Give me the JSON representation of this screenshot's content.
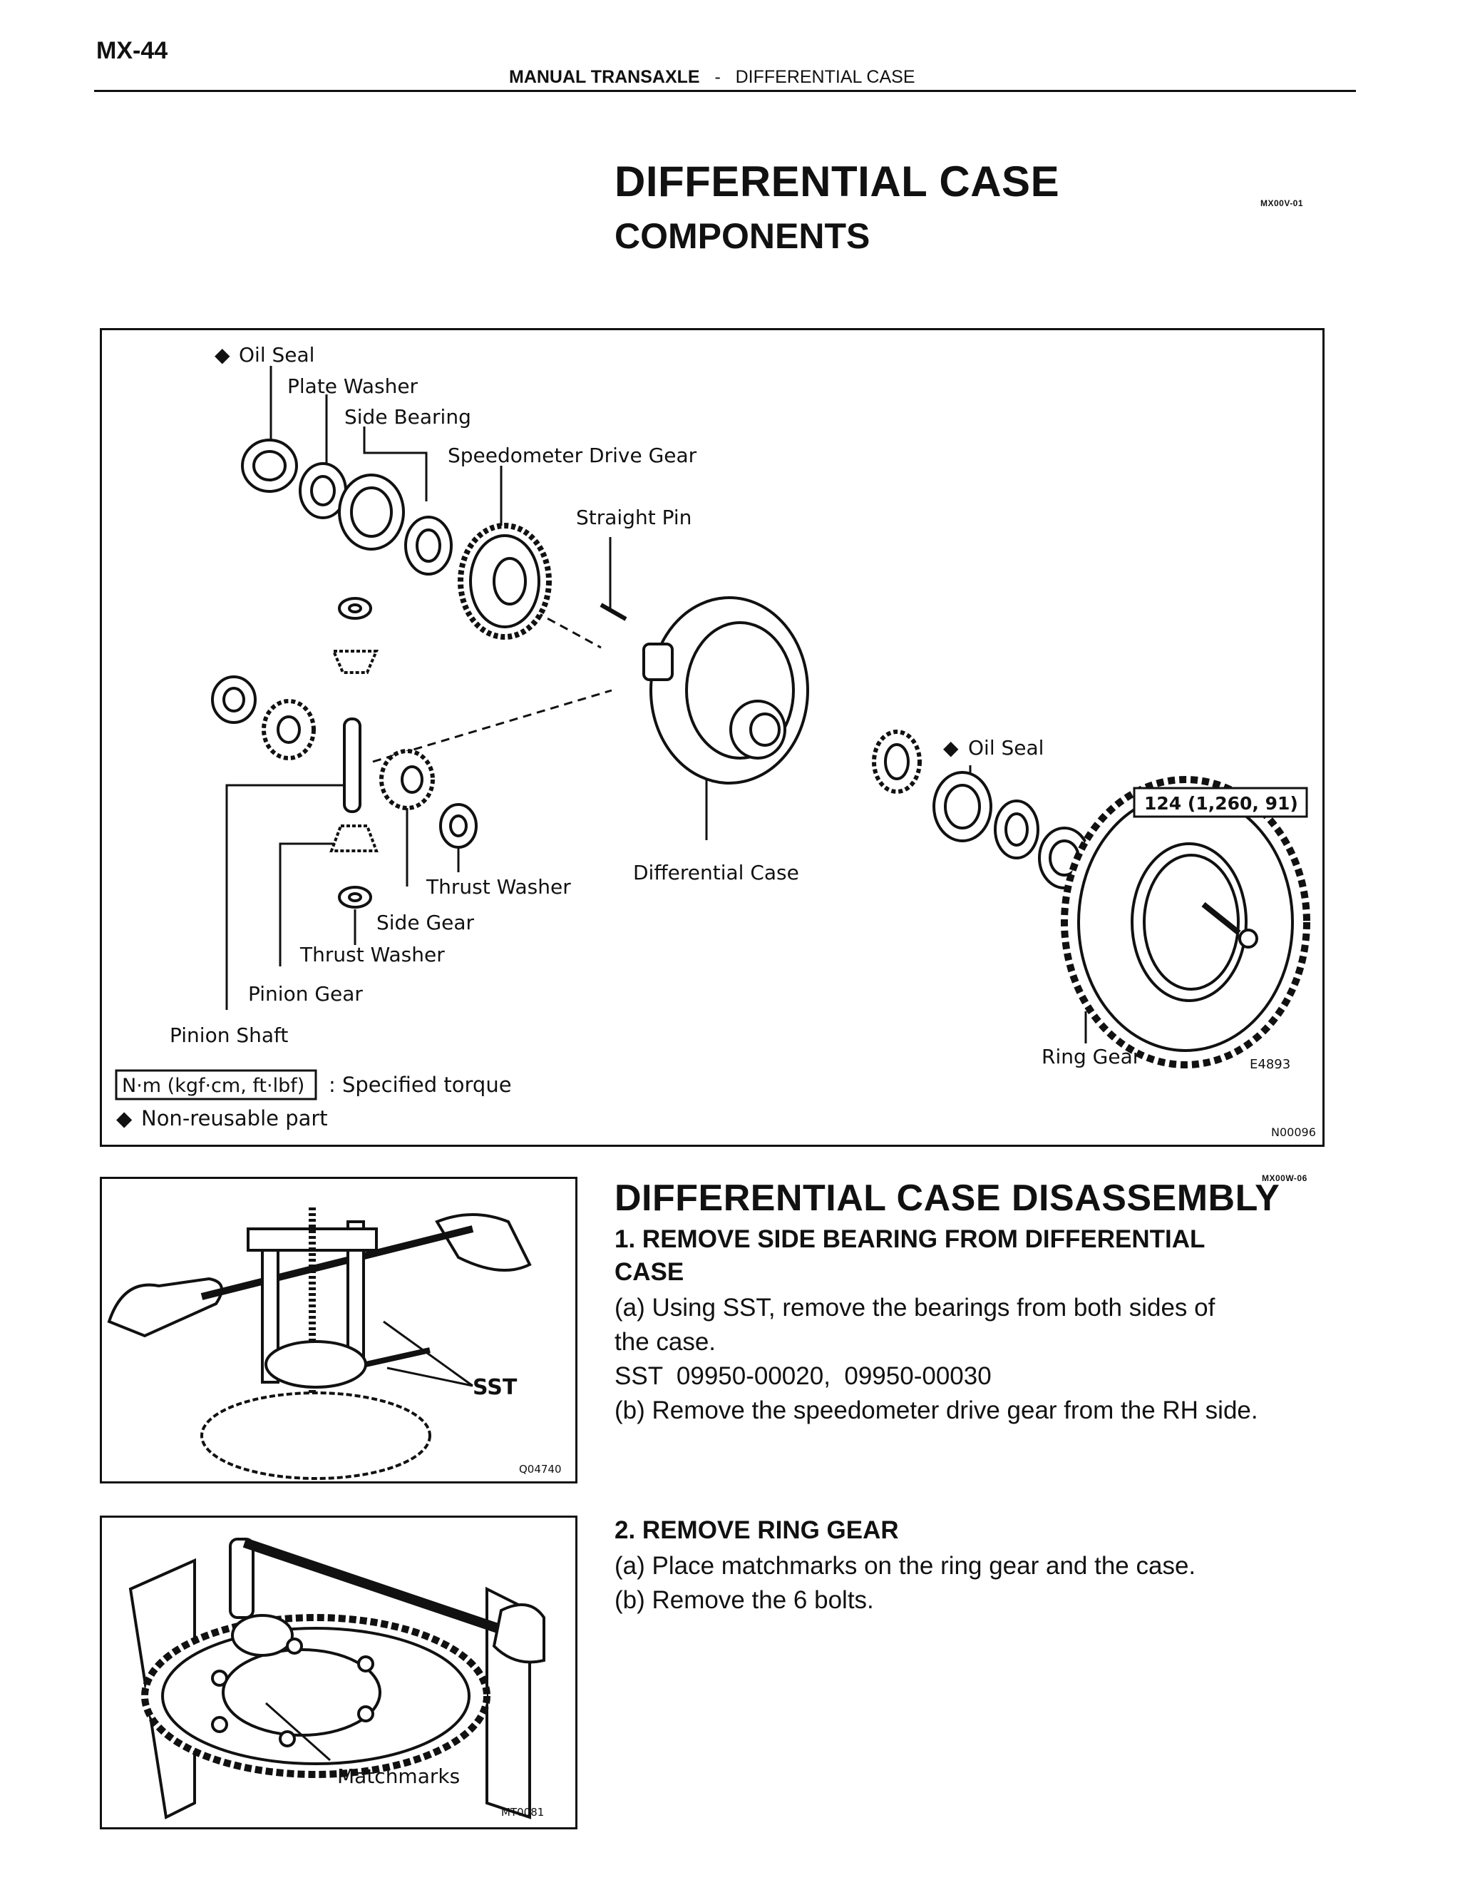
{
  "header": {
    "page_number": "MX-44",
    "section": "MANUAL TRANSAXLE",
    "separator": "-",
    "subsection": "DIFFERENTIAL CASE"
  },
  "title": {
    "main": "DIFFERENTIAL CASE",
    "sub": "COMPONENTS",
    "code": "MX00V-01"
  },
  "components_figure": {
    "labels": {
      "oil_seal_1": "Oil Seal",
      "plate_washer": "Plate Washer",
      "side_bearing": "Side Bearing",
      "speedometer_drive_gear": "Speedometer Drive Gear",
      "straight_pin": "Straight Pin",
      "oil_seal_2": "Oil Seal",
      "torque_value": "124 (1,260, 91)",
      "thrust_washer_1": "Thrust Washer",
      "differential_case": "Differential Case",
      "side_gear": "Side Gear",
      "thrust_washer_2": "Thrust Washer",
      "pinion_gear": "Pinion Gear",
      "pinion_shaft": "Pinion Shaft",
      "ring_gear": "Ring Gear"
    },
    "legend": {
      "torque_unit": "N·m (kgf·cm, ft·lbf)",
      "torque_desc": ": Specified torque",
      "non_reusable": "Non-reusable part",
      "diamond": "◆"
    },
    "figure_code": "E4893",
    "ref_code": "N00096"
  },
  "disassembly": {
    "title": "DIFFERENTIAL CASE DISASSEMBLY",
    "code": "MX00W-06",
    "step1": {
      "heading_line1": "1. REMOVE SIDE BEARING FROM DIFFERENTIAL",
      "heading_line2": "CASE",
      "a_line1": "(a) Using SST, remove the bearings from both sides of",
      "a_line2": "the case.",
      "sst": "SST  09950-00020,  09950-00030",
      "b": "(b) Remove the speedometer drive gear from the RH side."
    },
    "fig1": {
      "label": "SST",
      "code": "Q04740"
    },
    "step2": {
      "heading": "2. REMOVE RING GEAR",
      "a": "(a) Place matchmarks on the ring gear and the case.",
      "b": "(b) Remove the 6 bolts."
    },
    "fig2": {
      "label": "Matchmarks",
      "code": "MT0081"
    }
  }
}
